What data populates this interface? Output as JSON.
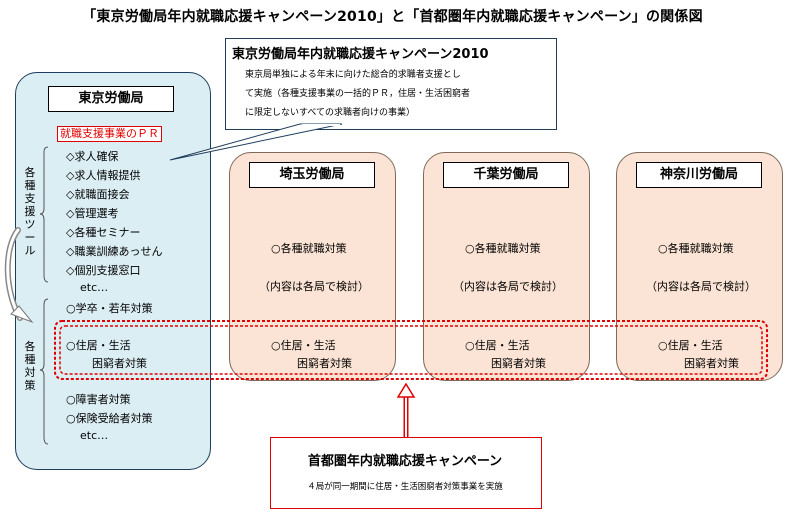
{
  "title": "「東京労働局年内就職応援キャンペーン2010」と「首都圏年内就職応援キャンペーン」の関係図",
  "tokyo": {
    "name": "東京労働局",
    "pr_label": "就職支援事業のＰＲ",
    "tools_label": "各種支援ツール",
    "measures_label": "各種対策",
    "tool_items": [
      "◇求人確保",
      "◇求人情報提供",
      "◇就職面接会",
      "◇管理選考",
      "◇各種セミナー",
      "◇職業訓練あっせん",
      "◇個別支援窓口"
    ],
    "tool_etc": "etc…",
    "measure_youth": "○学卒・若年対策",
    "measure_housing_1": "○住居・生活",
    "measure_housing_2": "困窮者対策",
    "measure_disabled": "○障害者対策",
    "measure_welfare": "○保険受給者対策",
    "measure_etc": "etc…"
  },
  "callout": {
    "title": "東京労働局年内就職応援キャンペーン2010",
    "lines": [
      "東京局単独による年末に向けた総合的求職者支援とし",
      "て実施（各種支援事業の一括的ＰＲ，住居・生活困窮者",
      "に限定しないすべての求職者向けの事業）"
    ]
  },
  "prefectures": [
    {
      "name": "埼玉労働局",
      "measures": "○各種就職対策",
      "note": "（内容は各局で検討）",
      "housing_1": "○住居・生活",
      "housing_2": "困窮者対策"
    },
    {
      "name": "千葉労働局",
      "measures": "○各種就職対策",
      "note": "（内容は各局で検討）",
      "housing_1": "○住居・生活",
      "housing_2": "困窮者対策"
    },
    {
      "name": "神奈川労働局",
      "measures": "○各種就職対策",
      "note": "（内容は各局で検討）",
      "housing_1": "○住居・生活",
      "housing_2": "困窮者対策"
    }
  ],
  "campaign": {
    "title": "首都圏年内就職応援キャンペーン",
    "description": "４局が同一期間に住居・生活困窮者対策事業を実施"
  },
  "colors": {
    "tokyo_fill": "#dbeef4",
    "prefecture_fill": "#fbe4d5",
    "highlight_red": "#e00000",
    "border_navy": "#1f3d5c"
  }
}
